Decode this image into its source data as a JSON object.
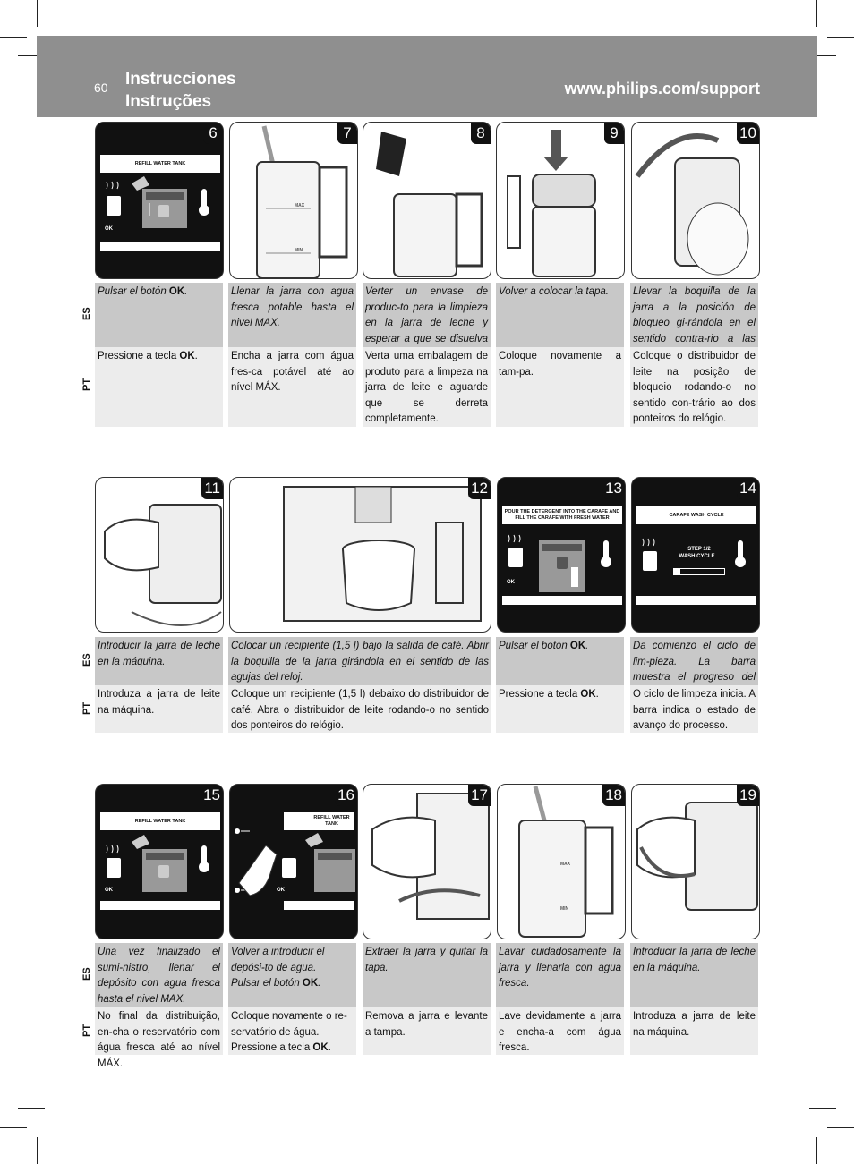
{
  "header": {
    "page_number": "60",
    "title_es": "Instrucciones",
    "title_pt": "Instruções",
    "url": "www.philips.com/support"
  },
  "lang_labels": {
    "es": "ES",
    "pt": "PT"
  },
  "screens": {
    "refill_water_tank": "REFILL WATER TANK",
    "ok": "OK",
    "pour_detergent": "POUR THE DETERGENT INTO THE CARAFE AND FILL THE CARAFE WITH FRESH WATER",
    "carafe_wash_cycle": "CARAFE WASH CYCLE",
    "step_line1": "STEP 1/2",
    "step_line2": "WASH CYCLE...",
    "wash_progress": 0.12
  },
  "carafe_marks": {
    "max": "MAX",
    "min": "MIN"
  },
  "steps": [
    {
      "num": "6",
      "es_pre": "Pulsar el botón ",
      "es_bold": "OK",
      "es_post": ".",
      "pt_pre": "Pressione a tecla ",
      "pt_bold": "OK",
      "pt_post": "."
    },
    {
      "num": "7",
      "es": "Llenar la jarra con agua fresca potable hasta el nivel MAX.",
      "pt": "Encha a jarra com água fres-ca potável até ao nível MÁX."
    },
    {
      "num": "8",
      "es": "Verter un envase de produc-to para la limpieza en la jarra de leche y esperar a que se disuelva por completo.",
      "pt": "Verta uma embalagem de produto para a limpeza na jarra de leite e aguarde que se derreta completamente."
    },
    {
      "num": "9",
      "es": "Volver a colocar la tapa.",
      "pt": "Coloque novamente a tam-pa."
    },
    {
      "num": "10",
      "es": "Llevar la boquilla de la jarra a la posición de bloqueo gi-rándola en el sentido contra-rio a las agujas del reloj.",
      "pt": "Coloque o distribuidor de leite na posição de bloqueio rodando-o no sentido con-trário ao dos ponteiros do relógio."
    },
    {
      "num": "11",
      "es": "Introducir la jarra de leche en la máquina.",
      "pt": "Introduza a jarra de leite na máquina."
    },
    {
      "num": "12",
      "es": "Colocar un recipiente (1,5 l) bajo la salida de café. Abrir la boquilla de la jarra girándola en el sentido de las agujas del reloj.",
      "pt": "Coloque um recipiente (1,5 l) debaixo do distribuidor de café. Abra o distribuidor de leite rodando-o no sentido dos ponteiros do relógio."
    },
    {
      "num": "13",
      "es_pre": "Pulsar el botón ",
      "es_bold": "OK",
      "es_post": ".",
      "pt_pre": "Pressione a tecla ",
      "pt_bold": "OK",
      "pt_post": "."
    },
    {
      "num": "14",
      "es": "Da comienzo el ciclo de lim-pieza. La barra muestra el progreso del proceso.",
      "pt": "O ciclo de limpeza inicia. A barra indica o estado de avanço do processo."
    },
    {
      "num": "15",
      "es": "Una vez finalizado el sumi-nistro, llenar el depósito con agua fresca hasta el nivel MAX.",
      "pt": "No final da distribuição, en-cha o reservatório com água fresca até ao nível MÁX."
    },
    {
      "num": "16",
      "es_pre": "Volver a introducir el depósi-to de agua.\nPulsar el botón ",
      "es_bold": "OK",
      "es_post": ".",
      "pt_pre": "Coloque novamente o re-servatório de água.\nPressione a tecla ",
      "pt_bold": "OK",
      "pt_post": "."
    },
    {
      "num": "17",
      "es": "Extraer la jarra y quitar la tapa.",
      "pt": "Remova a jarra e levante a tampa."
    },
    {
      "num": "18",
      "es": "Lavar cuidadosamente la jarra y llenarla con agua fresca.",
      "pt": "Lave devidamente a jarra e encha-a com água fresca."
    },
    {
      "num": "19",
      "es": "Introducir la jarra de leche en la máquina.",
      "pt": "Introduza a jarra de leite na máquina."
    }
  ]
}
